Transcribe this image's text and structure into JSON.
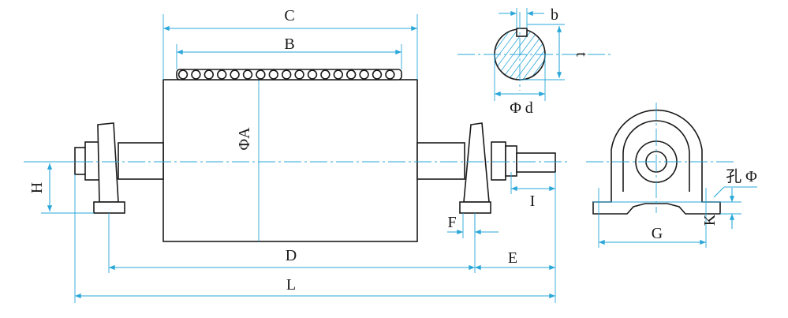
{
  "drawing": {
    "labels": {
      "C": "C",
      "B": "B",
      "phiA": "ΦA",
      "H": "H",
      "D": "D",
      "L": "L",
      "E": "E",
      "F": "F",
      "I": "I",
      "b": "b",
      "t": "t",
      "phid": "Φ d",
      "G": "G",
      "K": "K",
      "hole": "孔 Φ"
    },
    "colors": {
      "outline": "#1a1a1a",
      "dimension": "#2aa7d8",
      "background": "#ffffff"
    }
  }
}
